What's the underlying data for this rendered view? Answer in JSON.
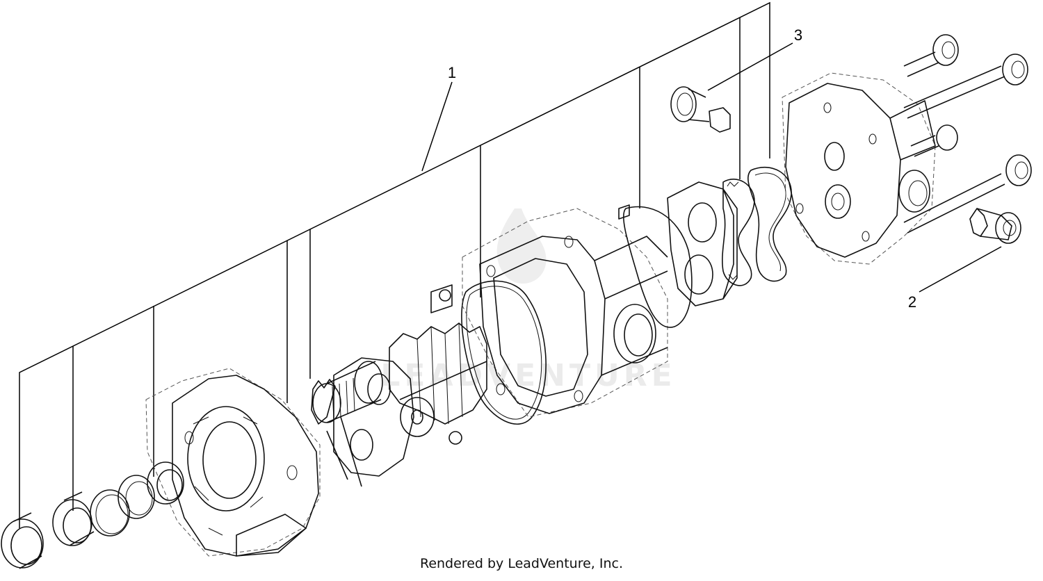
{
  "diagram": {
    "callouts": [
      {
        "id": "1",
        "label": "1"
      },
      {
        "id": "2",
        "label": "2"
      },
      {
        "id": "3",
        "label": "3"
      }
    ],
    "watermark": "LEADVENTURE",
    "footer": "Rendered by LeadVenture, Inc."
  }
}
